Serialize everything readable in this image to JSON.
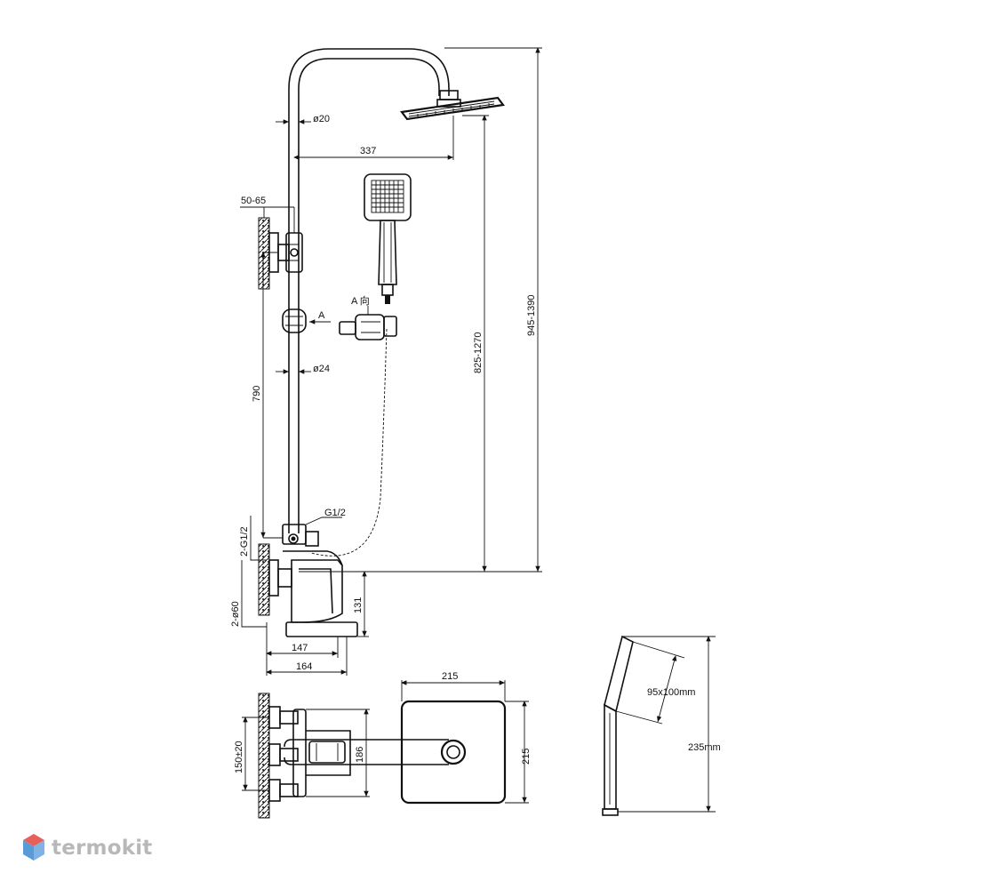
{
  "dimensions": {
    "rod_diameter": "ø20",
    "arm_length": "337",
    "wall_distance": "50-65",
    "slider_label": "A",
    "direction_label": "A 向",
    "bar_diameter": "ø24",
    "bracket_height": "790",
    "overhead_range": "825-1270",
    "total_range": "945-1390",
    "connection_thread": "G1/2",
    "inlet_thread": "2-G1/2",
    "inlet_diameter": "2-ø60",
    "spout_height": "131",
    "spout_depth_inner": "147",
    "spout_depth_outer": "164",
    "shower_head_width": "215",
    "shower_head_depth": "215",
    "mixer_depth": "186",
    "inlet_spacing": "150±20",
    "hand_shower_face": "95x100mm",
    "hand_shower_length": "235mm"
  },
  "brand": {
    "name": "termokit",
    "colors": {
      "logo_top": "#e8605a",
      "logo_left": "#5b9bd5",
      "logo_right": "#7fb3e6",
      "text": "#b8b8b8"
    }
  },
  "icons": {
    "logo": "hexagon-cube-icon"
  }
}
